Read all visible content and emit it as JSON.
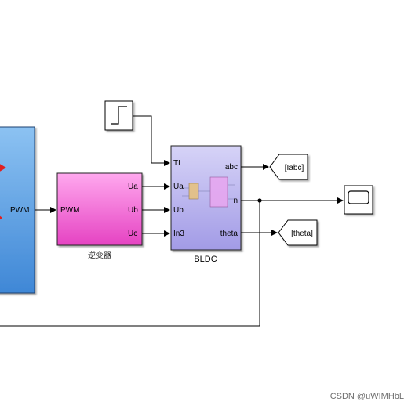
{
  "blocks": {
    "pwm_generator": {
      "output_port": "PWM"
    },
    "inverter": {
      "name": "逆变器",
      "input_port": "PWM",
      "output_ports": [
        "Ua",
        "Ub",
        "Uc"
      ]
    },
    "motor": {
      "name": "BLDC",
      "input_ports": [
        "TL",
        "Ua",
        "Ub",
        "In3"
      ],
      "output_ports": [
        "Iabc",
        "n",
        "theta"
      ]
    },
    "step": {
      "icon": "step-icon"
    },
    "scope": {
      "icon": "scope-icon"
    },
    "goto_iabc": {
      "tag": "[Iabc]"
    },
    "goto_theta": {
      "tag": "[theta]"
    }
  },
  "colors": {
    "left_block_fill": "#5aa0e0",
    "inverter_fill": "#ee6fd0",
    "motor_fill": "#b9b4ec",
    "arrow_red": "#e02020",
    "line": "#000000"
  },
  "watermark": "CSDN @uWIMHbL"
}
